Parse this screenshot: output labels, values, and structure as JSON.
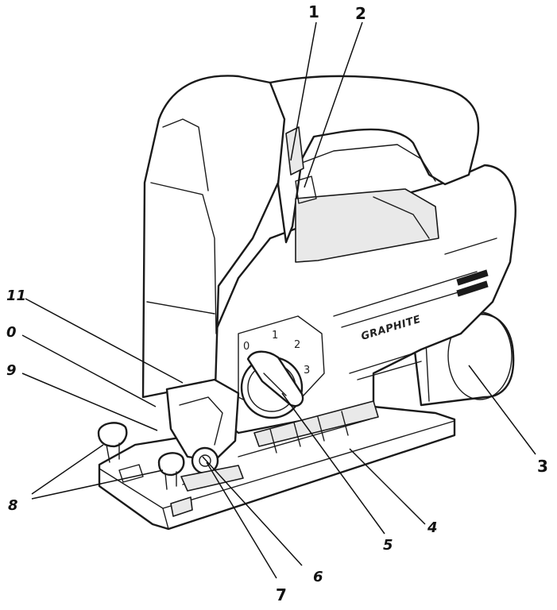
{
  "brand_text": "GRAPHITE",
  "dial_numbers": [
    "0",
    "1",
    "2",
    "3"
  ],
  "callouts": {
    "c1": "1",
    "c2": "2",
    "c3": "3",
    "c4": "4",
    "c5": "5",
    "c6": "6",
    "c7": "7",
    "c8": "8",
    "c9": "9",
    "c0": "0",
    "c11": "11"
  },
  "colors": {
    "line": "#1a1a1a",
    "background": "#ffffff"
  }
}
